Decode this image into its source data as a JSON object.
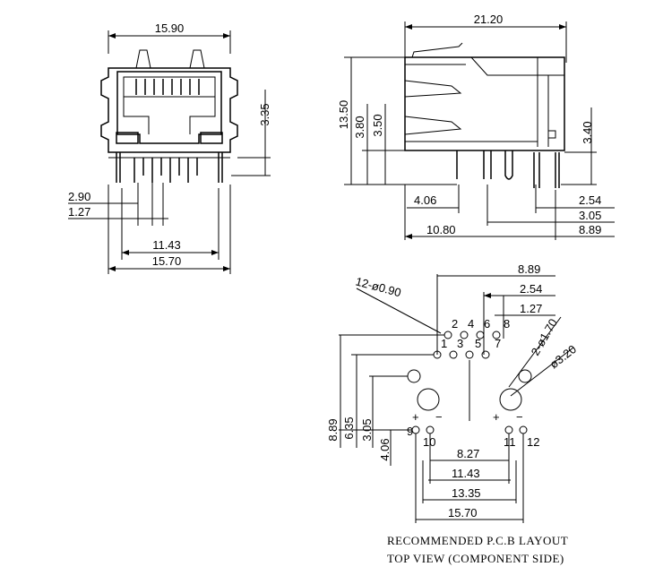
{
  "front_view": {
    "width_top": "15.90",
    "pin_pitch_a": "2.90",
    "pin_pitch_b": "1.27",
    "span_inner": "11.43",
    "span_outer": "15.70",
    "side_height": "3.35"
  },
  "side_view": {
    "length": "21.20",
    "height": "13.50",
    "dim_380": "3.80",
    "dim_350": "3.50",
    "dim_340": "3.40",
    "dim_406": "4.06",
    "dim_254": "2.54",
    "dim_305": "3.05",
    "dim_1080": "10.80",
    "dim_889": "8.89"
  },
  "pcb_layout": {
    "dim_top": "8.89",
    "dim_pitch": "2.54",
    "dim_half_pitch": "1.27",
    "hole_small": "12-ø0.90",
    "hole_med": "2-ø1.70",
    "hole_large": "ø3.20",
    "pins_top": [
      "2",
      "4",
      "6",
      "8"
    ],
    "pins_bottom": [
      "1",
      "3",
      "5",
      "7"
    ],
    "pins_led": [
      "9",
      "10",
      "11",
      "12"
    ],
    "plus": "+",
    "minus": "−",
    "left_dims": [
      "8.89",
      "6.35",
      "3.05",
      "4.06"
    ],
    "dim_827": "8.27",
    "dim_1143": "11.43",
    "dim_1335": "13.35",
    "dim_1570": "15.70"
  },
  "caption": {
    "line1": "RECOMMENDED P.C.B LAYOUT",
    "line2": "TOP VIEW (COMPONENT SIDE)"
  }
}
